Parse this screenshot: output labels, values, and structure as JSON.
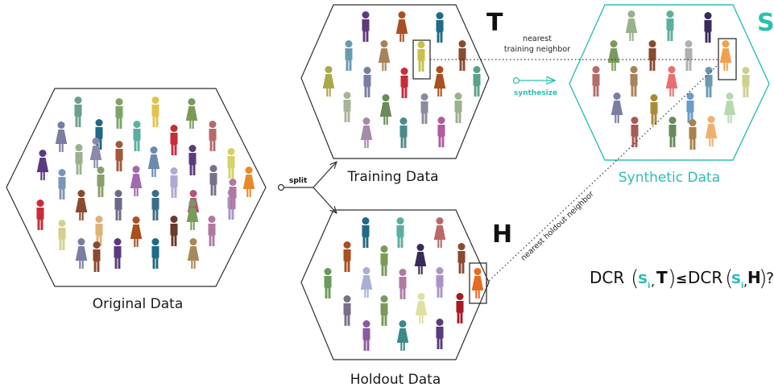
{
  "colors": {
    "accent": "#2bbfb3",
    "hex_stroke": "#2f2f2f"
  },
  "labels": {
    "original": "Original Data",
    "training": "Training Data",
    "holdout": "Holdout Data",
    "synthetic": "Synthetic Data",
    "split": "split",
    "synthesize": "synthesize",
    "nearest_training_line1": "nearest",
    "nearest_training_line2": "training neighbor",
    "nearest_holdout": "nearest holdout neighbor",
    "T": "T",
    "H": "H",
    "S": "S"
  },
  "formula": {
    "dcr": "DCR",
    "s": "s",
    "sub_i": "i",
    "T": "T",
    "H": "H",
    "leq": "≤",
    "question": "?"
  },
  "figures": {
    "original": [
      "#6aa08a",
      "#7a9a5a",
      "#e0c44c",
      "#7fa46a",
      "#7a7ea0",
      "#1f6a86",
      "#5aaf9e",
      "#8c8aa8",
      "#c92b3a",
      "#b76a6a",
      "#5b3a7e",
      "#9ab08e",
      "#a4583a",
      "#6a8ab0",
      "#5b3a7e",
      "#d5d26a",
      "#e88a2a",
      "#7b96b4",
      "#8a9e6a",
      "#a06ab0",
      "#b0a7d4",
      "#7a6f8a",
      "#b3547a",
      "#a895c6",
      "#c92b3a",
      "#8a4a30",
      "#6a6a88",
      "#3a6e8a",
      "#7a9a5a",
      "#d3d08e",
      "#e0b07a",
      "#a85020",
      "#6a3a2a",
      "#b07aa0",
      "#7a7ea0",
      "#5b3a7e",
      "#1f6a86",
      "#a88a5a",
      "#b07aa0",
      "#8a4a30"
    ],
    "training": [
      "#5b3a7e",
      "#a85020",
      "#1f6a86",
      "#6a9ab0",
      "#a8825a",
      "#c8c04c",
      "#8a4a30",
      "#aaa84a",
      "#7a7ea0",
      "#c92b3a",
      "#a85020",
      "#5aa08a",
      "#a8b49a",
      "#6a8a5a",
      "#8a8aa0",
      "#9ab08e",
      "#a68aaa",
      "#4a8a8a",
      "#b05aa0"
    ],
    "synthetic": [
      "#9ab08e",
      "#5aaf9e",
      "#3a2a5a",
      "#7a9a5a",
      "#8a4a30",
      "#b0b0b0",
      "#f2a050",
      "#b76a6a",
      "#a8825a",
      "#e87070",
      "#6a9ab0",
      "#cfcf90",
      "#7a7ea0",
      "#a88a3a",
      "#6a9ac8",
      "#b8d8b0",
      "#a85a5a",
      "#6a8a5a",
      "#f0b070",
      "#a8824a"
    ],
    "holdout": [
      "#1f6a86",
      "#5aaf9e",
      "#b76a6a",
      "#a85020",
      "#7a9a5a",
      "#3a2a5a",
      "#8a4a30",
      "#6a9a5a",
      "#a8b0d8",
      "#b07aa0",
      "#a895c6",
      "#e86a20",
      "#7a6f8a",
      "#7a9a5a",
      "#e0e0a0",
      "#a81a2a",
      "#8a5aa0",
      "#3a8a8a",
      "#5b3a7e"
    ]
  }
}
